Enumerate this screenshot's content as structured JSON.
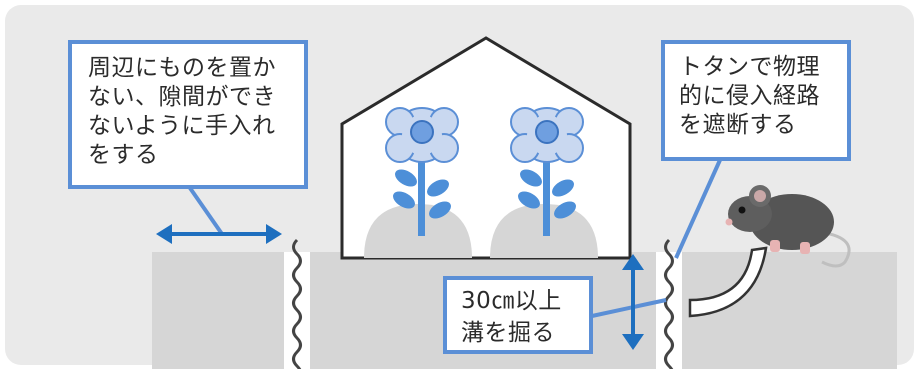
{
  "callouts": {
    "left": "周辺にものを置か\nない、隙間ができ\nないように手入れ\nをする",
    "right": "トタンで物理\n的に侵入経路\nを遮断する",
    "bottom": "30㎝以上\n溝を掘る"
  },
  "icons": [
    "greenhouse",
    "flower",
    "mouse",
    "double-arrow",
    "corrugated-sheet"
  ],
  "colors": {
    "background": "#eaeaea",
    "ground": "#d6d6d6",
    "accent_blue": "#5b8fd6",
    "arrow_blue": "#1e6fbf",
    "flower_petal": "#c9d8f0",
    "leaf": "#4d8fd8",
    "mouse": "#555555"
  }
}
